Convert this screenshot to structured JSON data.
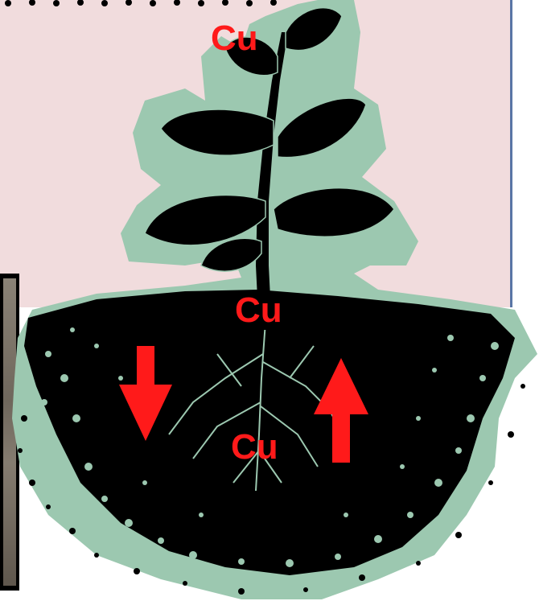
{
  "labels": {
    "cu_top": "Cu",
    "cu_stem": "Cu",
    "cu_root": "Cu"
  },
  "colors": {
    "background_panel": "#f1dcdd",
    "panel_border": "#5a76a6",
    "halo": "#9cc8b0",
    "plant": "#000000",
    "label": "#ff1a1a"
  },
  "arrows": {
    "left": "down",
    "right": "up"
  }
}
